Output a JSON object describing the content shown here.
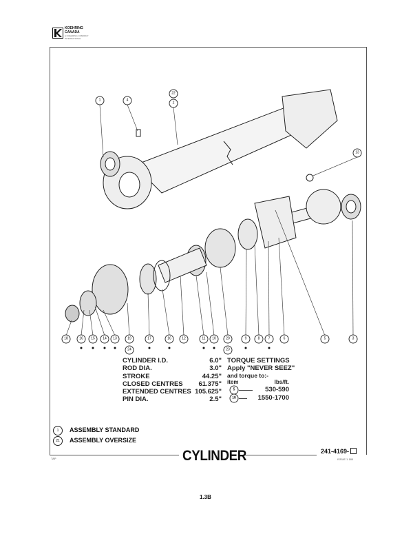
{
  "logo": {
    "line1": "KOEHRING",
    "line2": "CANADA",
    "line3": "A KOEHRING COMPANY",
    "line4": "INTERNATIONAL"
  },
  "drawing": {
    "top_callouts": [
      {
        "label": "1"
      },
      {
        "label": "4"
      },
      {
        "label": "22"
      },
      {
        "label": "2"
      },
      {
        "label": "13"
      }
    ],
    "bottom_callouts": [
      {
        "label": "18",
        "star": false
      },
      {
        "label": "16",
        "star": true
      },
      {
        "label": "15",
        "star": true
      },
      {
        "label": "14",
        "star": true
      },
      {
        "label": "13",
        "star": true
      },
      {
        "label": "19",
        "star": false,
        "sub": "24"
      },
      {
        "label": "17",
        "star": true
      },
      {
        "label": "16",
        "star": true
      },
      {
        "label": "12",
        "star": false
      },
      {
        "label": "11",
        "star": true
      },
      {
        "label": "10",
        "star": true
      },
      {
        "label": "20",
        "star": false,
        "sub": "23"
      },
      {
        "label": "9",
        "star": true
      },
      {
        "label": "8",
        "star": false
      },
      {
        "label": "7",
        "star": true
      },
      {
        "label": "6",
        "star": false
      },
      {
        "label": "5",
        "star": false
      },
      {
        "label": "3",
        "star": false
      }
    ]
  },
  "specs": [
    {
      "name": "CYLINDER I.D.",
      "value": "6.0\""
    },
    {
      "name": "ROD DIA.",
      "value": "3.0\""
    },
    {
      "name": "STROKE",
      "value": "44.25\""
    },
    {
      "name": "CLOSED CENTRES",
      "value": "61.375\""
    },
    {
      "name": "EXTENDED CENTRES",
      "value": "105.625\""
    },
    {
      "name": "PIN DIA.",
      "value": "2.5\""
    }
  ],
  "torque": {
    "title": "TORQUE  SETTINGS",
    "line1": "Apply \"NEVER SEEZ\"",
    "line2": "and torque to:-",
    "col_item": "item",
    "col_unit": "lbs/ft.",
    "rows": [
      {
        "item": "5",
        "value": "530-590"
      },
      {
        "item": "18",
        "value": "1550-1700"
      }
    ]
  },
  "legend": [
    {
      "symbol": "1",
      "label": "ASSEMBLY STANDARD"
    },
    {
      "symbol": "21",
      "label": "ASSEMBLY OVERSIZE"
    }
  ],
  "title": "CYLINDER",
  "part_number": "241-4169-",
  "issue": "ISSUE 1  180",
  "corner_code": "TAP",
  "page_number": "1.3B"
}
